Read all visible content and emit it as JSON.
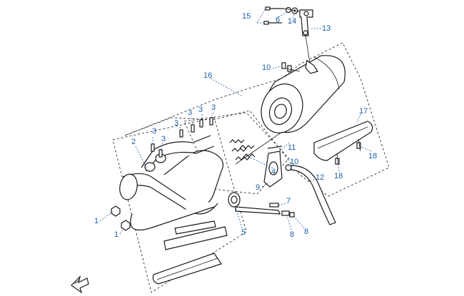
{
  "callouts": {
    "c1a": "1",
    "c1b": "1",
    "c2": "2",
    "c3a": "3",
    "c3b": "3",
    "c3c": "3",
    "c3d": "3",
    "c3e": "3",
    "c3f": "3",
    "c4": "4",
    "c5": "5",
    "c6": "6",
    "c7": "7",
    "c8a": "8",
    "c8b": "8",
    "c9": "9",
    "c10a": "10",
    "c10b": "10",
    "c11": "11",
    "c12": "12",
    "c13": "13",
    "c14": "14",
    "c15": "15",
    "c16": "16",
    "c17": "17",
    "c18a": "18",
    "c18b": "18"
  },
  "colors": {
    "callout": "#1f5fa8",
    "line": "#1a1a1a"
  }
}
